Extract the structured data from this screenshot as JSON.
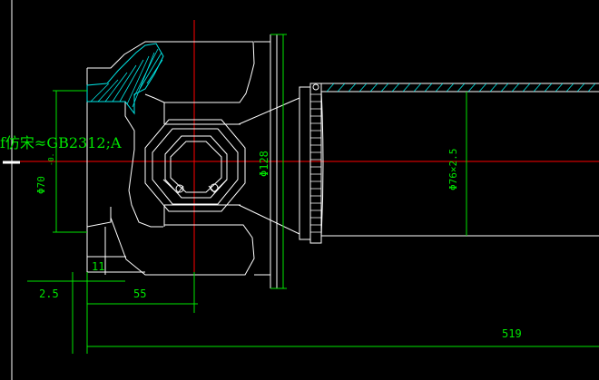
{
  "colors": {
    "background": "#000000",
    "outline": "#ffffff",
    "centerline": "#ff0000",
    "dimension": "#00e600",
    "hatch": "#00e6e6",
    "frame": "#ffffff"
  },
  "dimensions": {
    "leader_note": "f仿宋≈GB2312;A",
    "dia_flange": "Φ70",
    "dia_flange_tol": "-0.",
    "dia_yoke": "Φ128",
    "dia_tube": "Φ76×2.5",
    "len_11": "11",
    "len_2_5": "2.5",
    "len_55": "55",
    "len_total": "519"
  }
}
